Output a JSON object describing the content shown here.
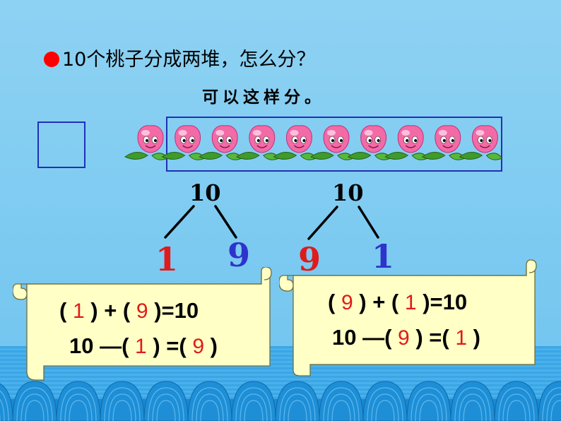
{
  "question": "10个桃子分成两堆，怎么分？",
  "subtitle": "可以这样分。",
  "peach_count": 10,
  "left_tree": {
    "total": "10",
    "left": "1",
    "right": "9"
  },
  "right_tree": {
    "total": "10",
    "left": "9",
    "right": "1"
  },
  "left_scroll": {
    "add": {
      "open1": "(",
      "a": "1",
      "mid": ") + (",
      "b": "9",
      "close": ")=10"
    },
    "sub": {
      "start": "10 —(",
      "a": "1",
      "mid": ") =(",
      "b": "9",
      "close": ")"
    }
  },
  "right_scroll": {
    "add": {
      "open1": "(",
      "a": "9",
      "mid": ") + (",
      "b": "1",
      "close": ")=10"
    },
    "sub": {
      "start": "10 —(",
      "a": "9",
      "mid": ") =(",
      "b": "1",
      "close": ")"
    }
  },
  "colors": {
    "background": "#7ccaf1",
    "red": "#e01b1b",
    "blue": "#2e33cc",
    "box_border": "#1f31b5",
    "scroll": "#ffffc6",
    "wave": "#1e8fd6"
  }
}
